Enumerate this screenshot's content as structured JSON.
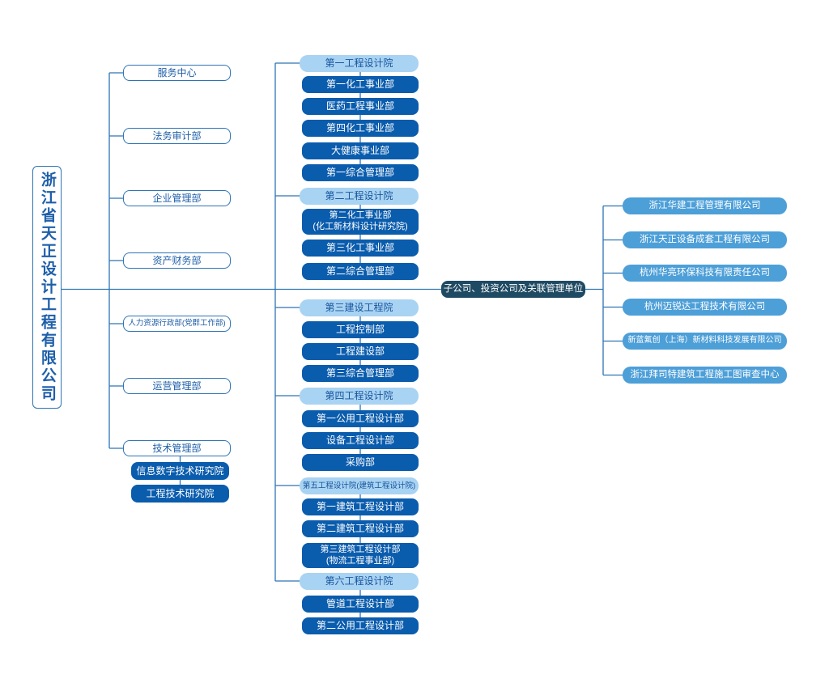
{
  "company": {
    "name": "浙江省天正设计工程有限公司"
  },
  "functional_departments": [
    "服务中心",
    "法务审计部",
    "企业管理部",
    "资产财务部",
    "人力资源行政部(党群工作部)",
    "运营管理部",
    "技术管理部"
  ],
  "research_institutes": [
    "信息数字技术研究院",
    "工程技术研究院"
  ],
  "design_institutes": [
    {
      "name": "第一工程设计院",
      "departments": [
        "第一化工事业部",
        "医药工程事业部",
        "第四化工事业部",
        "大健康事业部",
        "第一综合管理部"
      ]
    },
    {
      "name": "第二工程设计院",
      "departments": [
        "第二化工事业部\n(化工新材料设计研究院)",
        "第三化工事业部",
        "第二综合管理部"
      ]
    },
    {
      "name": "第三建设工程院",
      "departments": [
        "工程控制部",
        "工程建设部",
        "第三综合管理部"
      ]
    },
    {
      "name": "第四工程设计院",
      "departments": [
        "第一公用工程设计部",
        "设备工程设计部",
        "采购部"
      ]
    },
    {
      "name": "第五工程设计院(建筑工程设计院)",
      "departments": [
        "第一建筑工程设计部",
        "第二建筑工程设计部",
        "第三建筑工程设计部\n(物流工程事业部)"
      ]
    },
    {
      "name": "第六工程设计院",
      "departments": [
        "管道工程设计部",
        "第二公用工程设计部"
      ]
    }
  ],
  "subsidiaries_group": {
    "label": "子公司、投资公司及关联管理单位",
    "companies": [
      "浙江华建工程管理有限公司",
      "浙江天正设备成套工程有限公司",
      "杭州华亮环保科技有限责任公司",
      "杭州迈锐达工程技术有限公司",
      "新蓝氟创（上海）新材料科技发展有限公司",
      "浙江拜司特建筑工程施工图审查中心"
    ]
  },
  "colors": {
    "primary_dark_blue": "#0a5cad",
    "light_blue": "#a9d3f2",
    "medium_blue": "#4d9fd8",
    "dark_navy": "#1f4a63",
    "line_blue": "#2e74b5",
    "text_blue": "#1e5fa9"
  }
}
